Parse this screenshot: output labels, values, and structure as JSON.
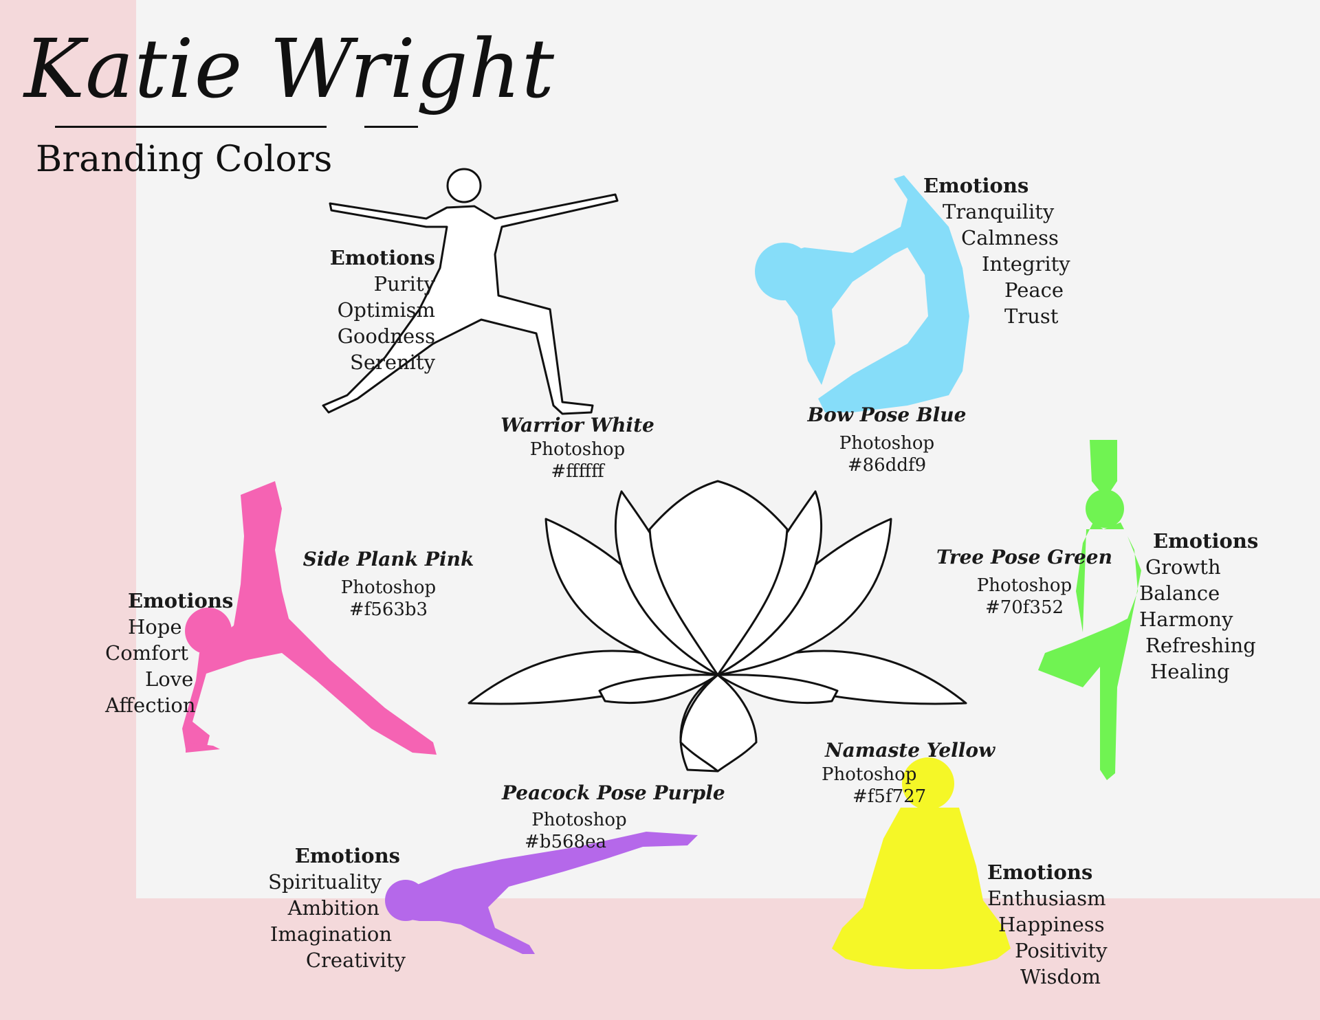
{
  "header": {
    "name": "Katie Wright",
    "subtitle": "Branding Colors"
  },
  "colors": {
    "background": "#f4d9db",
    "panel": "#f4f4f4",
    "ink": "#1a1a1a"
  },
  "swatches": [
    {
      "id": "warrior",
      "name": "Warrior White",
      "app": "Photoshop",
      "hex": "#ffffff",
      "hex_label": "#ffffff",
      "icon": "warrior-pose-figure-icon",
      "emotions_title": "Emotions",
      "emotions": [
        "Purity",
        "Optimism",
        "Goodness",
        "Serenity"
      ]
    },
    {
      "id": "bow",
      "name": "Bow Pose Blue",
      "app": "Photoshop",
      "hex": "#86ddf9",
      "hex_label": "#86ddf9",
      "icon": "bow-pose-figure-icon",
      "emotions_title": "Emotions",
      "emotions": [
        "Tranquility",
        "Calmness",
        "Integrity",
        "Peace",
        "Trust"
      ]
    },
    {
      "id": "sideplank",
      "name": "Side Plank Pink",
      "app": "Photoshop",
      "hex": "#f563b3",
      "hex_label": "#f563b3",
      "icon": "side-plank-figure-icon",
      "emotions_title": "Emotions",
      "emotions": [
        "Hope",
        "Comfort",
        "Love",
        "Affection"
      ]
    },
    {
      "id": "tree",
      "name": "Tree Pose Green",
      "app": "Photoshop",
      "hex": "#70f352",
      "hex_label": "#70f352",
      "icon": "tree-pose-figure-icon",
      "emotions_title": "Emotions",
      "emotions": [
        "Growth",
        "Balance",
        "Harmony",
        "Refreshing",
        "Healing"
      ]
    },
    {
      "id": "peacock",
      "name": "Peacock Pose Purple",
      "app": "Photoshop",
      "hex": "#b568ea",
      "hex_label": "#b568ea",
      "icon": "peacock-pose-figure-icon",
      "emotions_title": "Emotions",
      "emotions": [
        "Spirituality",
        "Ambition",
        "Imagination",
        "Creativity"
      ]
    },
    {
      "id": "namaste",
      "name": "Namaste Yellow",
      "app": "Photoshop",
      "hex": "#f5f727",
      "hex_label": "#f5f727",
      "icon": "meditation-figure-icon",
      "emotions_title": "Emotions",
      "emotions": [
        "Enthusiasm",
        "Happiness",
        "Positivity",
        "Wisdom"
      ]
    }
  ],
  "center_icon": "lotus-flower-icon"
}
